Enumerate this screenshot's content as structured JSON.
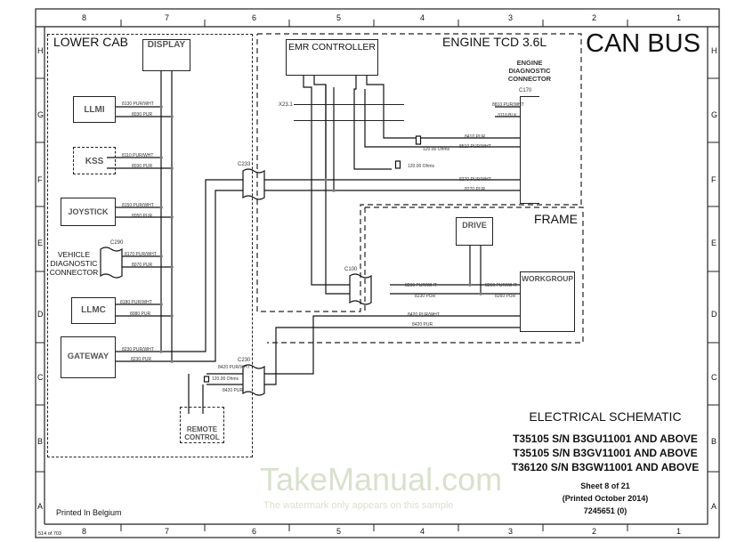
{
  "sheet": {
    "can_bus_title": "CAN BUS",
    "columns": [
      "8",
      "7",
      "6",
      "5",
      "4",
      "3",
      "2",
      "1"
    ],
    "rows": [
      "H",
      "G",
      "F",
      "E",
      "D",
      "C",
      "B",
      "A"
    ],
    "page_counter": "514 of 703",
    "printed_in": "Printed In Belgium"
  },
  "zones": {
    "lower_cab": "LOWER CAB",
    "engine": "ENGINE TCD 3.6L",
    "frame": "FRAME"
  },
  "components": {
    "display": "DISPLAY",
    "emr_controller": "EMR CONTROLLER",
    "engine_diag": [
      "ENGINE",
      "DIAGNOSTIC",
      "CONNECTOR"
    ],
    "c170": "C170",
    "x23": "X23.1",
    "llmi": "LLMI",
    "kss": "KSS",
    "joystick": "JOYSTICK",
    "vehicle_diag": [
      "VEHICLE",
      "DIAGNOSTIC",
      "CONNECTOR"
    ],
    "c290": "C290",
    "llmc": "LLMC",
    "gateway": "GATEWAY",
    "remote_control": [
      "REMOTE",
      "CONTROL"
    ],
    "drive": "DRIVE",
    "workgroup": "WORKGROUP",
    "c233": "C233",
    "c100": "C100",
    "c230": "C230"
  },
  "wire_labels": {
    "llmi_hi": "8130 PUR/WHT",
    "llmi_lo": "8030 PUR",
    "kss_hi": "8110 PUR/WHT",
    "kss_lo": "8030 PUR",
    "joy_hi": "8150 PUR/WHT",
    "joy_lo": "8050 PUR",
    "vd_hi": "8170 PUR/WHT",
    "vd_lo": "8070 PUR",
    "llmc_hi": "8180 PUR/WHT",
    "llmc_lo": "8080 PUR",
    "gw_hi": "8230 PUR/WHT",
    "gw_lo": "8230 PUR",
    "eng_a": "8810 PUR/WHT",
    "eng_b": "3110 BLK",
    "eng_g": "8410 PUR",
    "eng_h": "8510 PUR/WHT",
    "eng_m": "8270 PUR/WHT",
    "eng_f": "8270 PUR",
    "c100_hi": "8230 PUR/WHT",
    "c100_lo": "8230 PUR",
    "wg_hi": "8260 PUR/WHT",
    "wg_lo": "8260 PUR",
    "wg2_hi": "8420 PUR/WHT",
    "wg2_lo": "8420 PUR",
    "rc_hi": "8420 PUR/WHT",
    "rc_lo": "8420 PUR",
    "res1": "120.00 Ohms",
    "res2": "120.00 Ohms",
    "res3": "120.00 Ohms"
  },
  "title_block": {
    "title": "ELECTRICAL SCHEMATIC",
    "models": [
      "T35105 S/N B3GU11001 AND ABOVE",
      "T35105 S/N B3GV11001 AND ABOVE",
      "T36120 S/N B3GW11001 AND ABOVE"
    ],
    "sheet": "Sheet 8 of 21",
    "printed": "(Printed October 2014)",
    "part_number": "7245651 (0)"
  },
  "watermark": {
    "brand": "TakeManual.com",
    "note": "The watermark only appears on this sample"
  }
}
